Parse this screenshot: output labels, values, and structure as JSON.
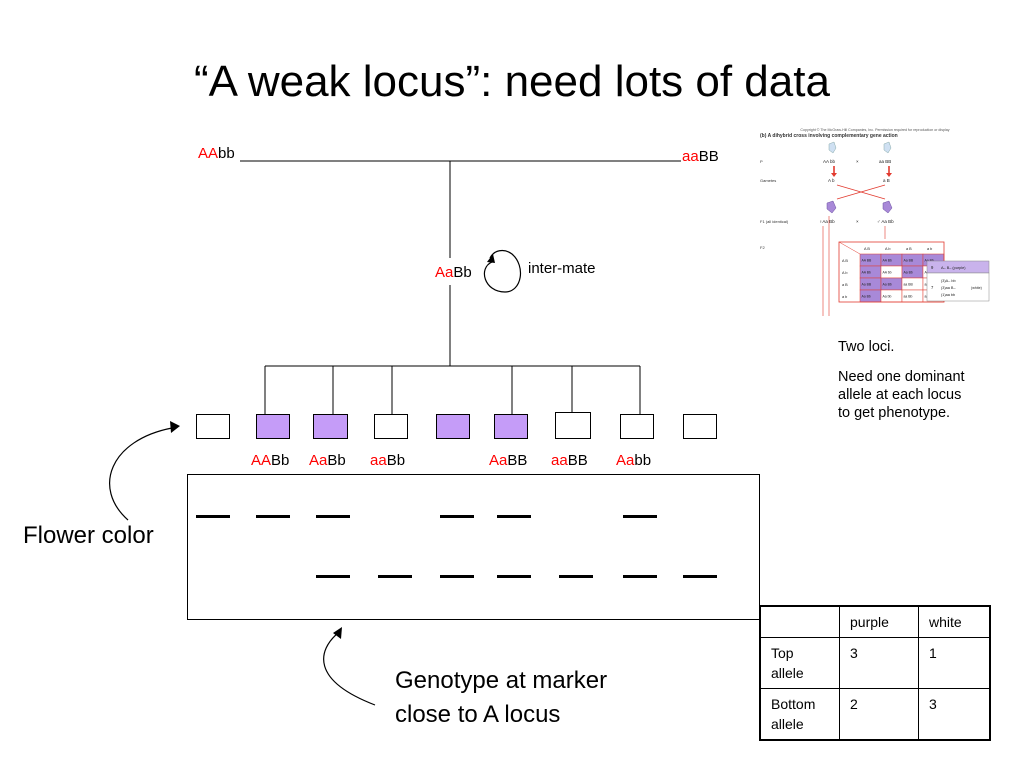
{
  "title": "“A weak locus”:  need lots of data",
  "parents": {
    "left": {
      "red": "AA",
      "black": "bb"
    },
    "right": {
      "red": "aa",
      "black": "BB"
    }
  },
  "f1": {
    "red": "Aa",
    "black": "Bb",
    "intermate": "inter-mate"
  },
  "progeny": [
    {
      "color": "white"
    },
    {
      "color": "purple"
    },
    {
      "color": "purple"
    },
    {
      "color": "white"
    },
    {
      "color": "purple"
    },
    {
      "color": "purple"
    },
    {
      "color": "white"
    },
    {
      "color": "white"
    },
    {
      "color": "white"
    }
  ],
  "genotype_labels": [
    {
      "red": "AA",
      "black": "Bb"
    },
    {
      "red": "Aa",
      "black": "Bb"
    },
    {
      "red": "aa",
      "black": "Bb"
    },
    {
      "red": "Aa",
      "black": "BB"
    },
    {
      "red": "aa",
      "black": "BB"
    },
    {
      "red": "Aa",
      "black": "bb"
    }
  ],
  "gel": {
    "top_band_lanes": [
      1,
      2,
      3,
      5,
      6,
      8
    ],
    "bottom_band_lanes": [
      3,
      4,
      5,
      6,
      7,
      8,
      9
    ]
  },
  "flower_color_label": "Flower color",
  "genotype_marker_label": "Genotype at marker close to A locus",
  "side_notes": {
    "two_loci": "Two loci.",
    "need": "Need one dominant allele at each locus to get phenotype."
  },
  "results_table": {
    "headers": [
      "",
      "purple",
      "white"
    ],
    "rows": [
      {
        "label": "Top allele",
        "purple": "3",
        "white": "1"
      },
      {
        "label": "Bottom allele",
        "purple": "2",
        "white": "3"
      }
    ]
  },
  "textbook_figure": {
    "copyright": "Copyright © The McGraw-Hill Companies, Inc. Permission required for reproduction or display",
    "caption": "(b)  A dihybrid cross involving complementary gene action",
    "row_p": "P",
    "row_gametes": "Gametes",
    "row_f1": "F1 (all identical)",
    "row_f2": "F2",
    "p_left": "AA bb",
    "p_right": "aa BB",
    "g_left": "A b",
    "g_right": "a B",
    "f1_left": "♀Aa Bb",
    "f1_right": "♂ Aa Bb",
    "times": "×",
    "gametes": [
      "A B",
      "A b",
      "a B",
      "a b"
    ],
    "grid": [
      [
        "AA BB",
        "AA Bb",
        "Aa BB",
        "Aa Bb"
      ],
      [
        "AA Bb",
        "AA bb",
        "Aa Bb",
        "Aa bb"
      ],
      [
        "Aa BB",
        "Aa Bb",
        "aa BB",
        "aa Bb"
      ],
      [
        "Aa Bb",
        "Aa bb",
        "aa Bb",
        "aa bb"
      ]
    ],
    "ratio_purple_n": "9",
    "ratio_purple": "A– B– (purple)",
    "ratio_white_n": "7",
    "ratio_white_a": "(3)A– bb",
    "ratio_white_b": "(3)aa B–",
    "ratio_white_c": "(1)aa bb",
    "ratio_white_label": "(white)",
    "colors": {
      "purple": "#a889d8",
      "red": "#e23a2f",
      "light_purple": "#c9b3ec"
    }
  },
  "colors": {
    "purple_box": "#c59cf8",
    "red_text": "#ff0000"
  }
}
